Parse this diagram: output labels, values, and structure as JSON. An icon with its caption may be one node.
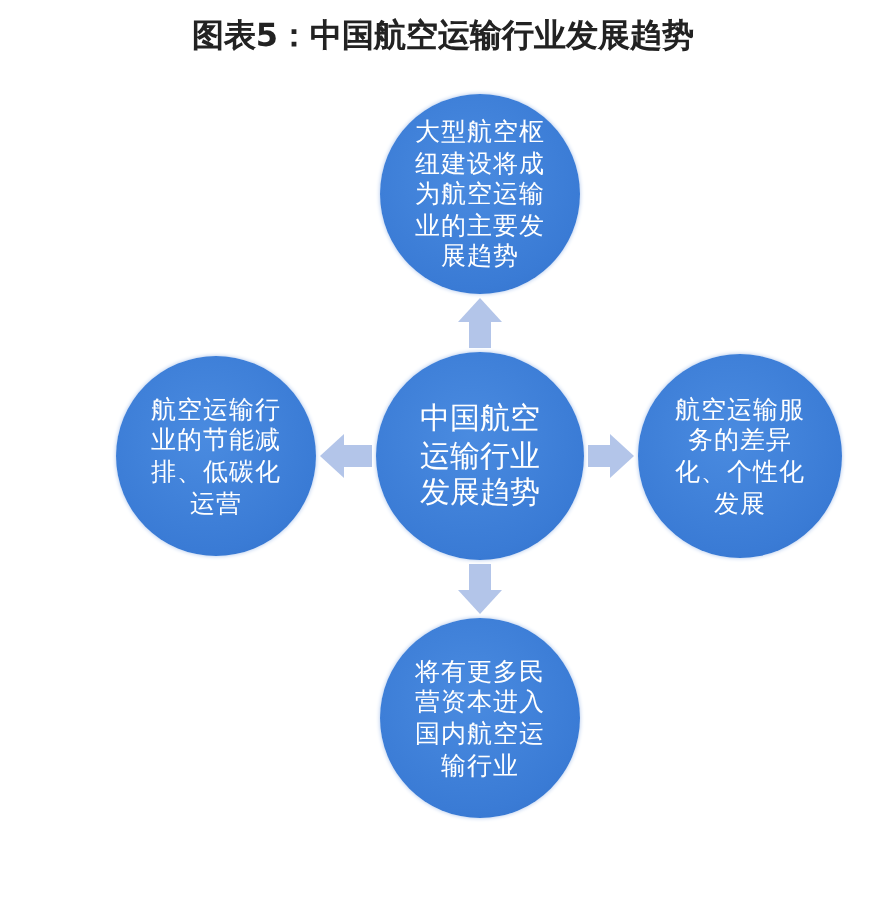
{
  "diagram": {
    "title": "图表5：中国航空运输行业发展趋势",
    "nodes": [
      {
        "text": [
          "大型航空枢纽建设将成为航空运输业的主要发展趋势"
        ]
      },
      {
        "text": [
          "航空运输行业的节能减排、低碳化运营"
        ]
      },
      {
        "text": [
          "中国航空运输行业发展趋势"
        ]
      },
      {
        "text": [
          "航空运输服务的差异化、个性化发展"
        ]
      },
      {
        "text": [
          "将有更多民营资本进入国内航空运输行业"
        ]
      }
    ],
    "edges": [
      {
        "from": 2,
        "to": 0,
        "arrow": "to"
      },
      {
        "from": 2,
        "to": 1,
        "arrow": "to"
      },
      {
        "from": 2,
        "to": 3,
        "arrow": "to"
      },
      {
        "from": 2,
        "to": 4,
        "arrow": "to"
      }
    ]
  }
}
